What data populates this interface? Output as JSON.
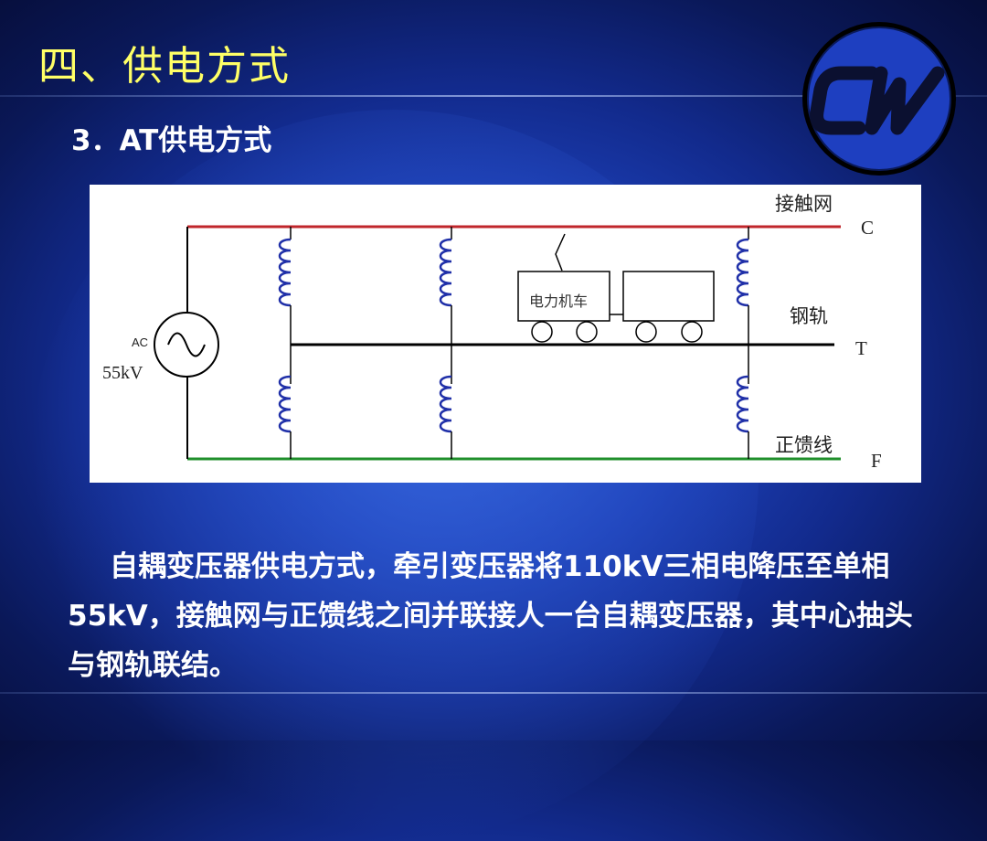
{
  "slide": {
    "title": "四、供电方式",
    "subtitle": "3．AT供电方式",
    "logo_text": "CW"
  },
  "diagram": {
    "labels": {
      "catenary": "接触网",
      "catenary_letter": "C",
      "rail": "钢轨",
      "rail_letter": "T",
      "feeder": "正馈线",
      "feeder_letter": "F",
      "source_type": "AC",
      "source_voltage": "55kV",
      "locomotive": "电力机车"
    },
    "colors": {
      "catenary": "#c0262b",
      "feeder": "#1f8f2b",
      "coil": "#1f2fa8",
      "line": "#000000"
    }
  },
  "body": {
    "paragraph": "自耦变压器供电方式，牵引变压器将110kV三相电降压至单相55kV，接触网与正馈线之间并联接人一台自耦变压器，其中心抽头与钢轨联结。"
  }
}
